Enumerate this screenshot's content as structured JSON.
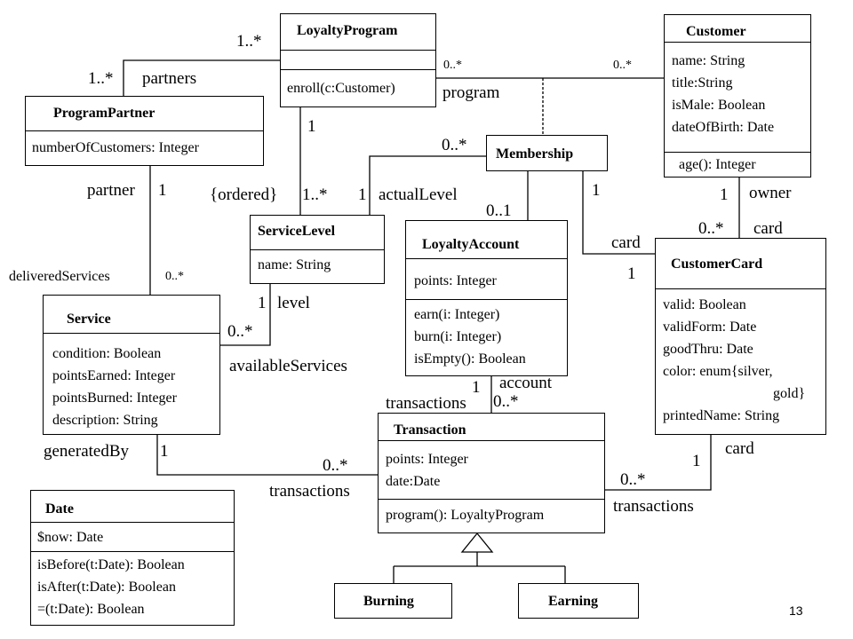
{
  "page_number": "13",
  "classes": {
    "loyalty_program": {
      "name": "LoyaltyProgram",
      "operations": [
        "enroll(c:Customer)"
      ]
    },
    "customer": {
      "name": "Customer",
      "attributes": [
        "name: String",
        "title:String",
        "isMale: Boolean",
        "dateOfBirth: Date"
      ],
      "operations": [
        "age(): Integer"
      ]
    },
    "program_partner": {
      "name": "ProgramPartner",
      "attributes": [
        "numberOfCustomers: Integer"
      ]
    },
    "membership": {
      "name": "Membership"
    },
    "service_level": {
      "name": "ServiceLevel",
      "attributes": [
        "name: String"
      ]
    },
    "loyalty_account": {
      "name": "LoyaltyAccount",
      "attributes": [
        "points: Integer"
      ],
      "operations": [
        "earn(i: Integer)",
        "burn(i: Integer)",
        "isEmpty(): Boolean"
      ]
    },
    "customer_card": {
      "name": "CustomerCard",
      "attributes": [
        "valid: Boolean",
        "validForm: Date",
        "goodThru: Date",
        "color: enum{silver,",
        "gold}",
        "printedName: String"
      ]
    },
    "service": {
      "name": "Service",
      "attributes": [
        "condition: Boolean",
        "pointsEarned: Integer",
        "pointsBurned: Integer",
        "description: String"
      ]
    },
    "transaction": {
      "name": "Transaction",
      "attributes": [
        "points: Integer",
        "date:Date"
      ],
      "operations": [
        "program(): LoyaltyProgram"
      ]
    },
    "date": {
      "name": "Date",
      "attributes": [
        "$now: Date"
      ],
      "operations": [
        "isBefore(t:Date): Boolean",
        "isAfter(t:Date): Boolean",
        "=(t:Date): Boolean"
      ]
    },
    "burning": {
      "name": "Burning"
    },
    "earning": {
      "name": "Earning"
    }
  },
  "association_labels": {
    "lp_partner_mult": "1..*",
    "partners_mult": "1..*",
    "partners_role": "partners",
    "lp_cust_mult_left": "0..*",
    "lp_cust_mult_right": "0..*",
    "program_role": "program",
    "lp_level_mult": "1",
    "membership_level_mult": "0..*",
    "partner_role": "partner",
    "partner_mult": "1",
    "ordered_constraint": "{ordered}",
    "level_mult_top": "1..*",
    "actual_level_mult": "1",
    "actual_level_role": "actualLevel",
    "membership_account_mult": "0..1",
    "membership_card_mult": "1",
    "owner_mult": "1",
    "owner_role": "owner",
    "cust_card_mult": "0..*",
    "cust_card_role": "card",
    "membership_card_role": "card",
    "membership_card_mult2": "1",
    "delivered_services_role": "deliveredServices",
    "delivered_services_mult": "0..*",
    "level_mult": "1",
    "level_role": "level",
    "available_services_mult": "0..*",
    "available_services_role": "availableServices",
    "account_mult": "1",
    "account_role": "account",
    "transactions_role_top": "transactions",
    "transactions_mult_top": "0..*",
    "generated_by_role": "generatedBy",
    "generated_by_mult": "1",
    "service_trans_mult": "0..*",
    "service_trans_role": "transactions",
    "card_mult": "1",
    "card_role": "card",
    "card_trans_mult": "0..*",
    "card_trans_role": "transactions"
  }
}
